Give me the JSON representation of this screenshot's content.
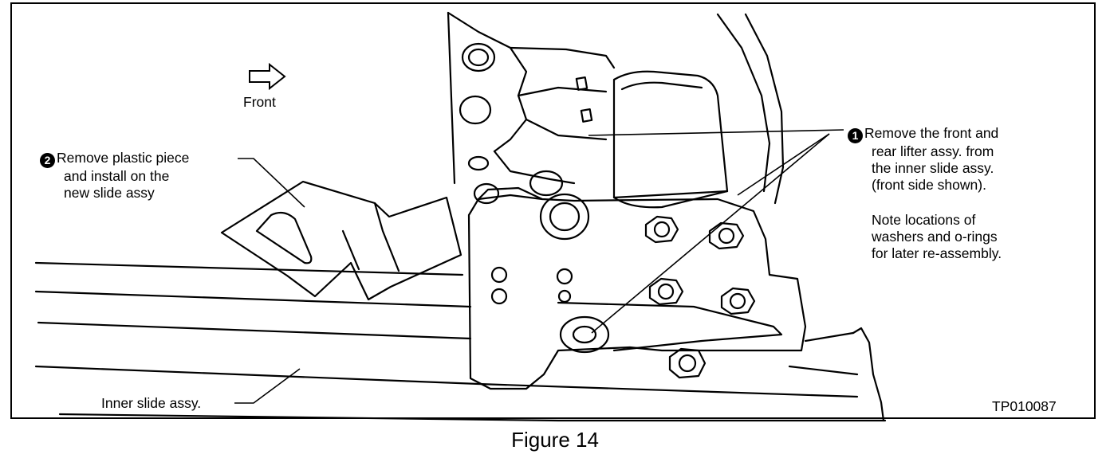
{
  "figure_caption": "Figure 14",
  "figure_code": "TP010087",
  "direction": {
    "label": "Front",
    "icon": "right-arrow-icon"
  },
  "callouts": [
    {
      "number": "1",
      "lines": [
        "Remove the front and",
        "rear lifter assy. from",
        "the inner slide assy.",
        "(front side shown)."
      ]
    },
    {
      "number": "2",
      "lines": [
        "Remove plastic piece",
        "and install on the",
        "new slide assy"
      ]
    }
  ],
  "note": {
    "lines": [
      "Note locations of",
      "washers and o-rings",
      "for later re-assembly."
    ]
  },
  "part_label": "Inner slide assy."
}
